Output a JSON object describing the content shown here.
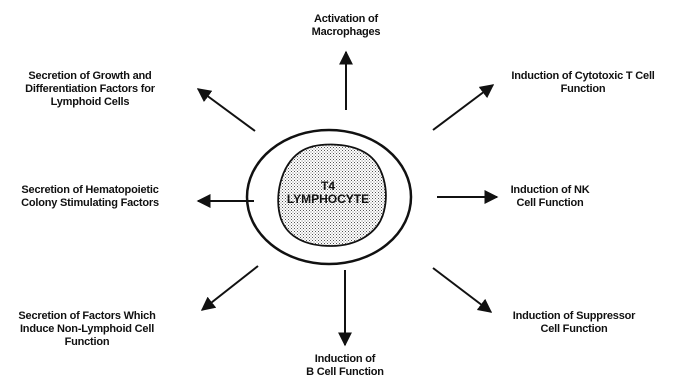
{
  "center": {
    "line1": "T4",
    "line2": "LYMPHOCYTE"
  },
  "functions": [
    {
      "lines": [
        "Activation of",
        "Macrophages"
      ]
    },
    {
      "lines": [
        "Induction of Cytotoxic T Cell",
        "Function"
      ]
    },
    {
      "lines": [
        "Induction of NK",
        "Cell Function"
      ]
    },
    {
      "lines": [
        "Induction of Suppressor",
        "Cell Function"
      ]
    },
    {
      "lines": [
        "Induction of",
        "B Cell Function"
      ]
    },
    {
      "lines": [
        "Secretion of Factors Which",
        "Induce Non-Lymphoid Cell",
        "Function"
      ]
    },
    {
      "lines": [
        "Secretion of Hematopoietic",
        "Colony Stimulating Factors"
      ]
    },
    {
      "lines": [
        "Secretion of Growth and",
        "Differentiation Factors for",
        "Lymphoid Cells"
      ]
    }
  ]
}
